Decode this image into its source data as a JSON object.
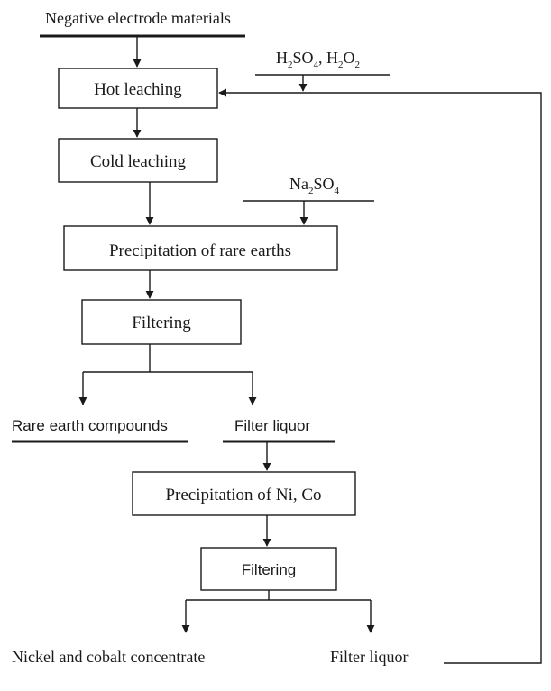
{
  "colors": {
    "stroke": "#1a1a1a",
    "background": "#ffffff"
  },
  "diagram": {
    "input_material": "Negative electrode materials",
    "reagent_1": {
      "a": "H",
      "a_sub": "2",
      "b": "SO",
      "b_sub": "4",
      "sep": ", H",
      "c_sub": "2",
      "d": "O",
      "d_sub": "2"
    },
    "reagent_2": {
      "a": "Na",
      "a_sub": "2",
      "b": "SO",
      "b_sub": "4"
    },
    "steps": {
      "hot_leaching": "Hot leaching",
      "cold_leaching": "Cold leaching",
      "precipitation_rare_earths": "Precipitation of rare earths",
      "filtering_1": "Filtering",
      "precipitation_ni_co": "Precipitation of Ni, Co",
      "filtering_2": "Filtering"
    },
    "outputs": {
      "rare_earth_compounds": "Rare earth compounds",
      "filter_liquor_1": "Filter liquor",
      "nickel_cobalt_concentrate": "Nickel and cobalt concentrate",
      "filter_liquor_2": "Filter liquor"
    }
  }
}
